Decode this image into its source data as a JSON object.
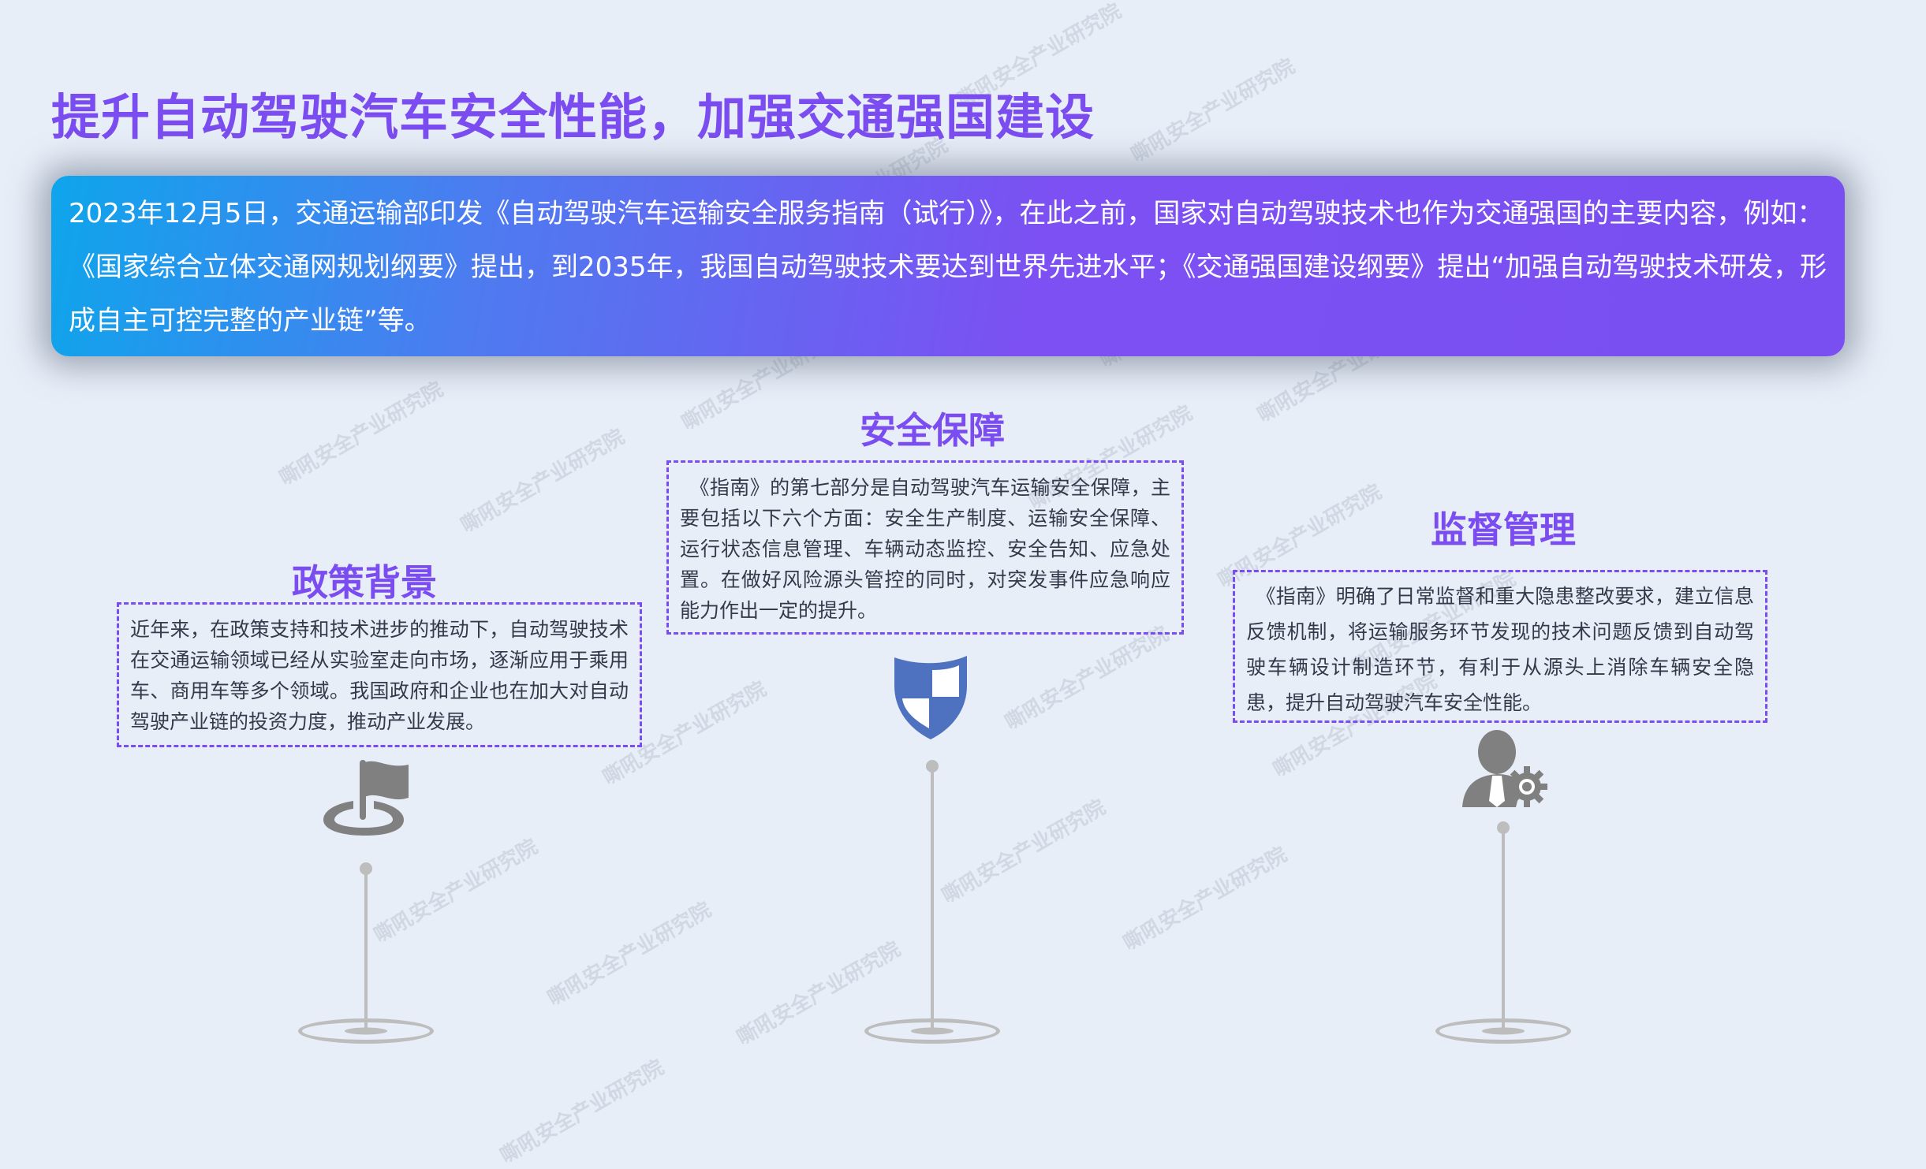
{
  "title": "提升自动驾驶汽车安全性能，加强交通强国建设",
  "banner": {
    "text": "2023年12月5日，交通运输部印发《自动驾驶汽车运输安全服务指南（试行）》，在此之前，国家对自动驾驶技术也作为交通强国的主要内容，例如：《国家综合立体交通网规划纲要》提出，到2035年，我国自动驾驶技术要达到世界先进水平；《交通强国建设纲要》提出“加强自动驾驶技术研发，形成自主可控完整的产业链”等。"
  },
  "sections": [
    {
      "heading": "政策背景",
      "text": "近年来，在政策支持和技术进步的推动下，自动驾驶技术在交通运输领域已经从实验室走向市场，逐渐应用于乘用车、商用车等多个领域。我国政府和企业也在加大对自动驾驶产业链的投资力度，推动产业发展。",
      "icon": "flag-icon"
    },
    {
      "heading": "安全保障",
      "text": "《指南》的第七部分是自动驾驶汽车运输安全保障，主要包括以下六个方面：安全生产制度、运输安全保障、运行状态信息管理、车辆动态监控、安全告知、应急处置。在做好风险源头管控的同时，对突发事件应急响应能力作出一定的提升。",
      "icon": "shield-icon"
    },
    {
      "heading": "监督管理",
      "text": "《指南》明确了日常监督和重大隐患整改要求，建立信息反馈机制，将运输服务环节发现的技术问题反馈到自动驾驶车辆设计制造环节，有利于从源头上消除车辆安全隐患，提升自动驾驶汽车安全性能。",
      "icon": "manager-gear-icon"
    }
  ],
  "watermark": "嘶吼安全产业研究院",
  "colors": {
    "accent": "#7b4df0",
    "banner_start": "#0ea5ec",
    "banner_end": "#7a4ff1",
    "icon_gray": "#808080",
    "shield_blue": "#4e72bf"
  }
}
